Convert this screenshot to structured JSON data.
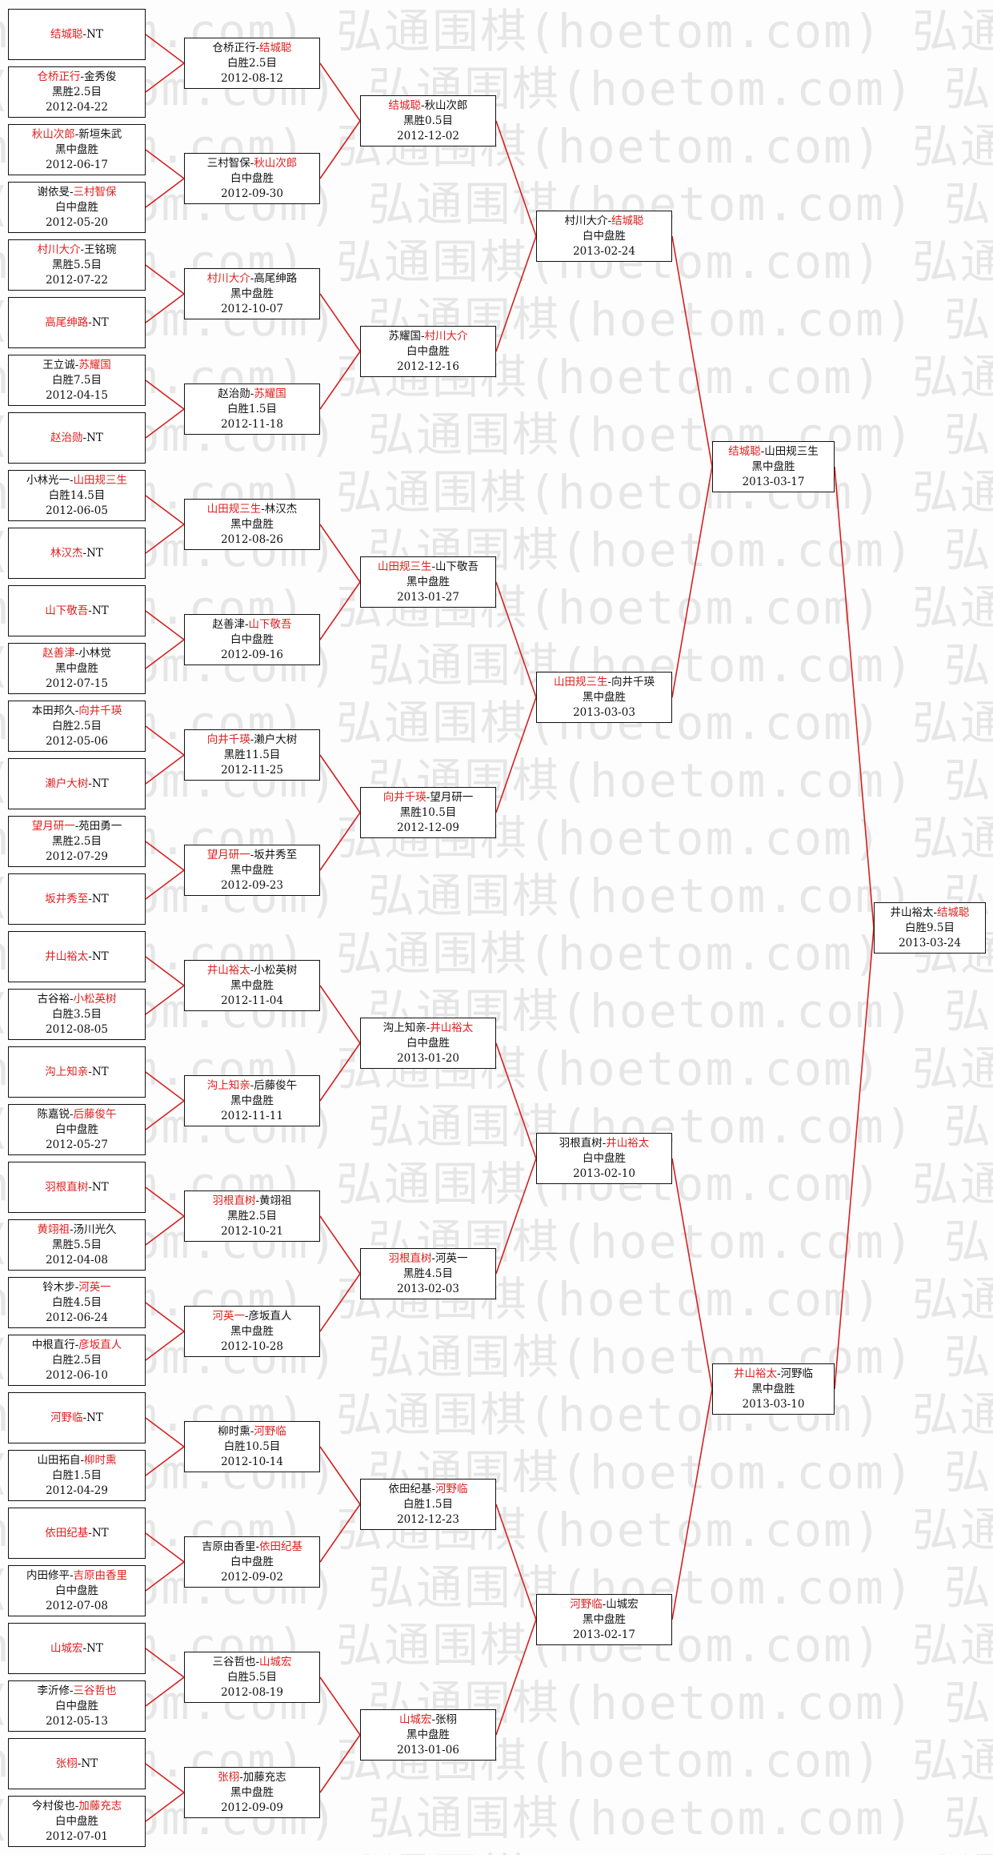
{
  "watermark": "弘通围棋(hoetom.com)",
  "colors": {
    "line": "#d62020",
    "winner": "#e02020",
    "text": "#111111",
    "border": "#111111"
  },
  "rounds": [
    {
      "name": "round-1",
      "matches": [
        {
          "players": [
            {
              "name": "结城聪",
              "winner": true
            },
            {
              "name": "NT"
            }
          ]
        },
        {
          "players": [
            {
              "name": "仓桥正行",
              "winner": true
            },
            {
              "name": "金秀俊"
            }
          ],
          "result": "黑胜2.5目",
          "date": "2012-04-22"
        },
        {
          "players": [
            {
              "name": "秋山次郎",
              "winner": true
            },
            {
              "name": "新垣朱武"
            }
          ],
          "result": "黑中盘胜",
          "date": "2012-06-17"
        },
        {
          "players": [
            {
              "name": "谢依旻"
            },
            {
              "name": "三村智保",
              "winner": true
            }
          ],
          "result": "白中盘胜",
          "date": "2012-05-20"
        },
        {
          "players": [
            {
              "name": "村川大介",
              "winner": true
            },
            {
              "name": "王铭琬"
            }
          ],
          "result": "黑胜5.5目",
          "date": "2012-07-22"
        },
        {
          "players": [
            {
              "name": "高尾绅路",
              "winner": true
            },
            {
              "name": "NT"
            }
          ]
        },
        {
          "players": [
            {
              "name": "王立诚"
            },
            {
              "name": "苏耀国",
              "winner": true
            }
          ],
          "result": "白胜7.5目",
          "date": "2012-04-15"
        },
        {
          "players": [
            {
              "name": "赵治勋",
              "winner": true
            },
            {
              "name": "NT"
            }
          ]
        },
        {
          "players": [
            {
              "name": "小林光一"
            },
            {
              "name": "山田规三生",
              "winner": true
            }
          ],
          "result": "白胜14.5目",
          "date": "2012-06-05"
        },
        {
          "players": [
            {
              "name": "林汉杰",
              "winner": true
            },
            {
              "name": "NT"
            }
          ]
        },
        {
          "players": [
            {
              "name": "山下敬吾",
              "winner": true
            },
            {
              "name": "NT"
            }
          ]
        },
        {
          "players": [
            {
              "name": "赵善津",
              "winner": true
            },
            {
              "name": "小林觉"
            }
          ],
          "result": "黑中盘胜",
          "date": "2012-07-15"
        },
        {
          "players": [
            {
              "name": "本田邦久"
            },
            {
              "name": "向井千瑛",
              "winner": true
            }
          ],
          "result": "白胜2.5目",
          "date": "2012-05-06"
        },
        {
          "players": [
            {
              "name": "濑户大树",
              "winner": true
            },
            {
              "name": "NT"
            }
          ]
        },
        {
          "players": [
            {
              "name": "望月研一",
              "winner": true
            },
            {
              "name": "苑田勇一"
            }
          ],
          "result": "黑胜2.5目",
          "date": "2012-07-29"
        },
        {
          "players": [
            {
              "name": "坂井秀至",
              "winner": true
            },
            {
              "name": "NT"
            }
          ]
        },
        {
          "players": [
            {
              "name": "井山裕太",
              "winner": true
            },
            {
              "name": "NT"
            }
          ]
        },
        {
          "players": [
            {
              "name": "古谷裕"
            },
            {
              "name": "小松英树",
              "winner": true
            }
          ],
          "result": "白胜3.5目",
          "date": "2012-08-05"
        },
        {
          "players": [
            {
              "name": "沟上知亲",
              "winner": true
            },
            {
              "name": "NT"
            }
          ]
        },
        {
          "players": [
            {
              "name": "陈嘉锐"
            },
            {
              "name": "后藤俊午",
              "winner": true
            }
          ],
          "result": "白中盘胜",
          "date": "2012-05-27"
        },
        {
          "players": [
            {
              "name": "羽根直树",
              "winner": true
            },
            {
              "name": "NT"
            }
          ]
        },
        {
          "players": [
            {
              "name": "黄翊祖",
              "winner": true
            },
            {
              "name": "汤川光久"
            }
          ],
          "result": "黑胜5.5目",
          "date": "2012-04-08"
        },
        {
          "players": [
            {
              "name": "铃木步"
            },
            {
              "name": "河英一",
              "winner": true
            }
          ],
          "result": "白胜4.5目",
          "date": "2012-06-24"
        },
        {
          "players": [
            {
              "name": "中根直行"
            },
            {
              "name": "彦坂直人",
              "winner": true
            }
          ],
          "result": "白胜2.5目",
          "date": "2012-06-10"
        },
        {
          "players": [
            {
              "name": "河野临",
              "winner": true
            },
            {
              "name": "NT"
            }
          ]
        },
        {
          "players": [
            {
              "name": "山田拓自"
            },
            {
              "name": "柳时熏",
              "winner": true
            }
          ],
          "result": "白胜1.5目",
          "date": "2012-04-29"
        },
        {
          "players": [
            {
              "name": "依田纪基",
              "winner": true
            },
            {
              "name": "NT"
            }
          ]
        },
        {
          "players": [
            {
              "name": "内田修平"
            },
            {
              "name": "吉原由香里",
              "winner": true
            }
          ],
          "result": "白中盘胜",
          "date": "2012-07-08"
        },
        {
          "players": [
            {
              "name": "山城宏",
              "winner": true
            },
            {
              "name": "NT"
            }
          ]
        },
        {
          "players": [
            {
              "name": "李沂修"
            },
            {
              "name": "三谷哲也",
              "winner": true
            }
          ],
          "result": "白中盘胜",
          "date": "2012-05-13"
        },
        {
          "players": [
            {
              "name": "张栩",
              "winner": true
            },
            {
              "name": "NT"
            }
          ]
        },
        {
          "players": [
            {
              "name": "今村俊也"
            },
            {
              "name": "加藤充志",
              "winner": true
            }
          ],
          "result": "白中盘胜",
          "date": "2012-07-01"
        }
      ]
    },
    {
      "name": "round-2",
      "matches": [
        {
          "players": [
            {
              "name": "仓桥正行"
            },
            {
              "name": "结城聪",
              "winner": true
            }
          ],
          "result": "白胜2.5目",
          "date": "2012-08-12"
        },
        {
          "players": [
            {
              "name": "三村智保"
            },
            {
              "name": "秋山次郎",
              "winner": true
            }
          ],
          "result": "白中盘胜",
          "date": "2012-09-30"
        },
        {
          "players": [
            {
              "name": "村川大介",
              "winner": true
            },
            {
              "name": "高尾绅路"
            }
          ],
          "result": "黑中盘胜",
          "date": "2012-10-07"
        },
        {
          "players": [
            {
              "name": "赵治勋"
            },
            {
              "name": "苏耀国",
              "winner": true
            }
          ],
          "result": "白胜1.5目",
          "date": "2012-11-18"
        },
        {
          "players": [
            {
              "name": "山田规三生",
              "winner": true
            },
            {
              "name": "林汉杰"
            }
          ],
          "result": "黑中盘胜",
          "date": "2012-08-26"
        },
        {
          "players": [
            {
              "name": "赵善津"
            },
            {
              "name": "山下敬吾",
              "winner": true
            }
          ],
          "result": "白中盘胜",
          "date": "2012-09-16"
        },
        {
          "players": [
            {
              "name": "向井千瑛",
              "winner": true
            },
            {
              "name": "濑户大树"
            }
          ],
          "result": "黑胜11.5目",
          "date": "2012-11-25"
        },
        {
          "players": [
            {
              "name": "望月研一",
              "winner": true
            },
            {
              "name": "坂井秀至"
            }
          ],
          "result": "黑中盘胜",
          "date": "2012-09-23"
        },
        {
          "players": [
            {
              "name": "井山裕太",
              "winner": true
            },
            {
              "name": "小松英树"
            }
          ],
          "result": "黑中盘胜",
          "date": "2012-11-04"
        },
        {
          "players": [
            {
              "name": "沟上知亲",
              "winner": true
            },
            {
              "name": "后藤俊午"
            }
          ],
          "result": "黑中盘胜",
          "date": "2012-11-11"
        },
        {
          "players": [
            {
              "name": "羽根直树",
              "winner": true
            },
            {
              "name": "黄翊祖"
            }
          ],
          "result": "黑胜2.5目",
          "date": "2012-10-21"
        },
        {
          "players": [
            {
              "name": "河英一",
              "winner": true
            },
            {
              "name": "彦坂直人"
            }
          ],
          "result": "黑中盘胜",
          "date": "2012-10-28"
        },
        {
          "players": [
            {
              "name": "柳时熏"
            },
            {
              "name": "河野临",
              "winner": true
            }
          ],
          "result": "白胜10.5目",
          "date": "2012-10-14"
        },
        {
          "players": [
            {
              "name": "吉原由香里"
            },
            {
              "name": "依田纪基",
              "winner": true
            }
          ],
          "result": "白中盘胜",
          "date": "2012-09-02"
        },
        {
          "players": [
            {
              "name": "三谷哲也"
            },
            {
              "name": "山城宏",
              "winner": true
            }
          ],
          "result": "白胜5.5目",
          "date": "2012-08-19"
        },
        {
          "players": [
            {
              "name": "张栩",
              "winner": true
            },
            {
              "name": "加藤充志"
            }
          ],
          "result": "黑中盘胜",
          "date": "2012-09-09"
        }
      ]
    },
    {
      "name": "round-3",
      "matches": [
        {
          "players": [
            {
              "name": "结城聪",
              "winner": true
            },
            {
              "name": "秋山次郎"
            }
          ],
          "result": "黑胜0.5目",
          "date": "2012-12-02"
        },
        {
          "players": [
            {
              "name": "苏耀国"
            },
            {
              "name": "村川大介",
              "winner": true
            }
          ],
          "result": "白中盘胜",
          "date": "2012-12-16"
        },
        {
          "players": [
            {
              "name": "山田规三生",
              "winner": true
            },
            {
              "name": "山下敬吾"
            }
          ],
          "result": "黑中盘胜",
          "date": "2013-01-27"
        },
        {
          "players": [
            {
              "name": "向井千瑛",
              "winner": true
            },
            {
              "name": "望月研一"
            }
          ],
          "result": "黑胜10.5目",
          "date": "2012-12-09"
        },
        {
          "players": [
            {
              "name": "沟上知亲"
            },
            {
              "name": "井山裕太",
              "winner": true
            }
          ],
          "result": "白中盘胜",
          "date": "2013-01-20"
        },
        {
          "players": [
            {
              "name": "羽根直树",
              "winner": true
            },
            {
              "name": "河英一"
            }
          ],
          "result": "黑胜4.5目",
          "date": "2013-02-03"
        },
        {
          "players": [
            {
              "name": "依田纪基"
            },
            {
              "name": "河野临",
              "winner": true
            }
          ],
          "result": "白胜1.5目",
          "date": "2012-12-23"
        },
        {
          "players": [
            {
              "name": "山城宏",
              "winner": true
            },
            {
              "name": "张栩"
            }
          ],
          "result": "黑中盘胜",
          "date": "2013-01-06"
        }
      ]
    },
    {
      "name": "round-4",
      "matches": [
        {
          "players": [
            {
              "name": "村川大介"
            },
            {
              "name": "结城聪",
              "winner": true
            }
          ],
          "result": "白中盘胜",
          "date": "2013-02-24"
        },
        {
          "players": [
            {
              "name": "山田规三生",
              "winner": true
            },
            {
              "name": "向井千瑛"
            }
          ],
          "result": "黑中盘胜",
          "date": "2013-03-03"
        },
        {
          "players": [
            {
              "name": "羽根直树"
            },
            {
              "name": "井山裕太",
              "winner": true
            }
          ],
          "result": "白中盘胜",
          "date": "2013-02-10"
        },
        {
          "players": [
            {
              "name": "河野临",
              "winner": true
            },
            {
              "name": "山城宏"
            }
          ],
          "result": "黑中盘胜",
          "date": "2013-02-17"
        }
      ]
    },
    {
      "name": "round-5",
      "matches": [
        {
          "players": [
            {
              "name": "结城聪",
              "winner": true
            },
            {
              "name": "山田规三生"
            }
          ],
          "result": "黑中盘胜",
          "date": "2013-03-17"
        },
        {
          "players": [
            {
              "name": "井山裕太",
              "winner": true
            },
            {
              "name": "河野临"
            }
          ],
          "result": "黑中盘胜",
          "date": "2013-03-10"
        }
      ]
    },
    {
      "name": "final",
      "matches": [
        {
          "players": [
            {
              "name": "井山裕太"
            },
            {
              "name": "结城聪",
              "winner": true
            }
          ],
          "result": "白胜9.5目",
          "date": "2013-03-24"
        }
      ]
    }
  ]
}
